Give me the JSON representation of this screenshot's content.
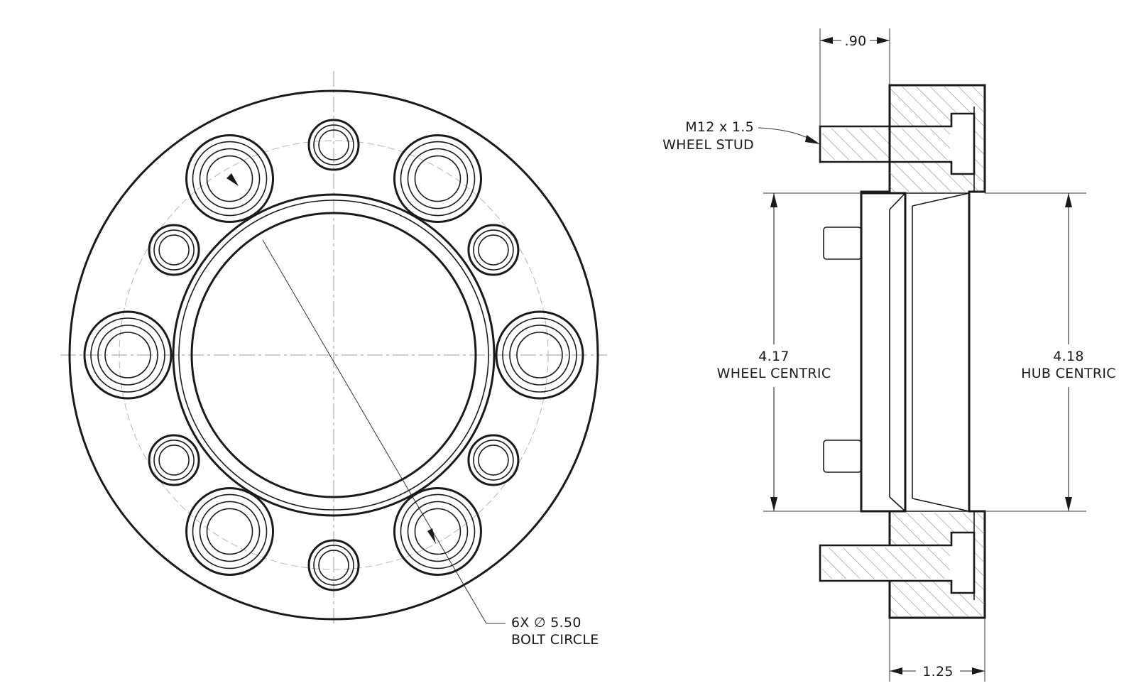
{
  "front_view": {
    "bolt_circle_callout": {
      "line1": "6X ∅ 5.50",
      "line2": "BOLT CIRCLE"
    }
  },
  "side_view": {
    "stud_callout": {
      "line1": "M12 x 1.5",
      "line2": "WHEEL STUD"
    },
    "top_dimension": ".90",
    "bottom_dimension": "1.25",
    "left_dimension": {
      "value": "4.17",
      "label": "WHEEL CENTRIC"
    },
    "right_dimension": {
      "value": "4.18",
      "label": "HUB CENTRIC"
    }
  }
}
